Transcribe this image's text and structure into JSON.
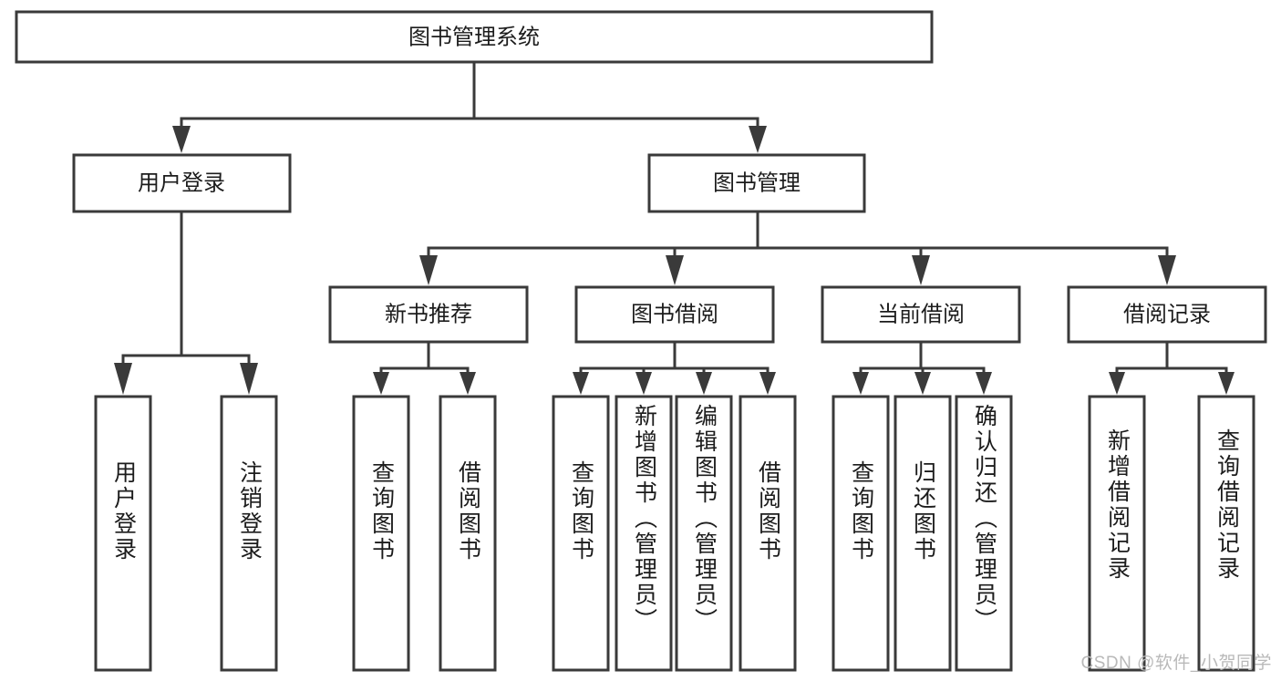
{
  "diagram": {
    "type": "tree",
    "title": "图书管理系统",
    "watermark": "CSDN @软件_小贺同学",
    "colors": {
      "box_stroke": "#3a3a3a",
      "box_fill": "#ffffff",
      "text": "#1c1c1c",
      "watermark": "#b9b9b9",
      "background": "#ffffff"
    },
    "nodes": {
      "root": {
        "label": "图书管理系统",
        "orientation": "horizontal"
      },
      "level2": [
        {
          "label": "用户登录",
          "orientation": "horizontal"
        },
        {
          "label": "图书管理",
          "orientation": "horizontal"
        }
      ],
      "level3": [
        {
          "label": "新书推荐",
          "orientation": "horizontal"
        },
        {
          "label": "图书借阅",
          "orientation": "horizontal"
        },
        {
          "label": "当前借阅",
          "orientation": "horizontal"
        },
        {
          "label": "借阅记录",
          "orientation": "horizontal"
        }
      ],
      "leaves": {
        "user_login": [
          {
            "label": "用户登录",
            "orientation": "vertical"
          },
          {
            "label": "注销登录",
            "orientation": "vertical"
          }
        ],
        "new_book_recommend": [
          {
            "label": "查询图书",
            "orientation": "vertical"
          },
          {
            "label": "借阅图书",
            "orientation": "vertical"
          }
        ],
        "book_borrow": [
          {
            "label": "查询图书",
            "orientation": "vertical"
          },
          {
            "label": "新增图书（管理员）",
            "orientation": "vertical"
          },
          {
            "label": "编辑图书（管理员）",
            "orientation": "vertical"
          },
          {
            "label": "借阅图书",
            "orientation": "vertical"
          }
        ],
        "current_borrow": [
          {
            "label": "查询图书",
            "orientation": "vertical"
          },
          {
            "label": "归还图书",
            "orientation": "vertical"
          },
          {
            "label": "确认归还（管理员）",
            "orientation": "vertical"
          }
        ],
        "borrow_record": [
          {
            "label": "新增借阅记录",
            "orientation": "vertical"
          },
          {
            "label": "查询借阅记录",
            "orientation": "vertical"
          }
        ]
      }
    }
  }
}
